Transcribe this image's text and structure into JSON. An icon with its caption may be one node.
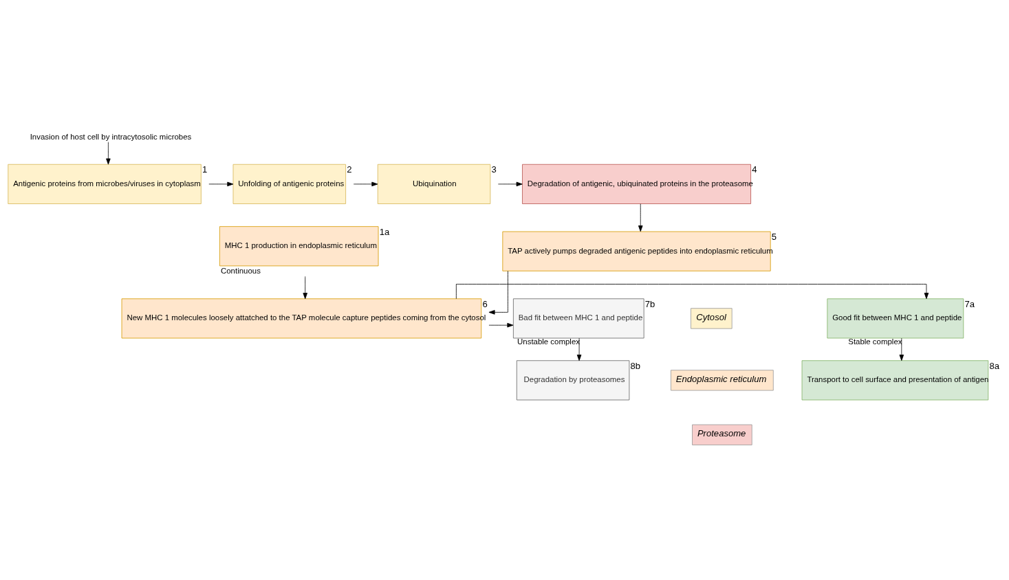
{
  "diagram": {
    "nodes": [
      {
        "text": [
          "Invasion of host cell by intracytosolic microbes"
        ]
      },
      {
        "text": [
          "Antigenic proteins from microbes/viruses in cytoplasm"
        ],
        "beside": [
          "1"
        ]
      },
      {
        "text": [
          "Unfolding of antigenic proteins"
        ],
        "beside": [
          "2"
        ]
      },
      {
        "text": [
          "Ubiquination"
        ],
        "beside": [
          "3"
        ]
      },
      {
        "text": [
          "Degradation of antigenic, ubiquinated proteins in the proteasome"
        ],
        "beside": [
          "4"
        ]
      },
      {
        "text": [
          "MHC 1 production in endoplasmic reticulum"
        ],
        "beside": [
          "1a",
          "Continuous"
        ]
      },
      {
        "text": [
          "TAP actively pumps degraded antigenic peptides into endoplasmic reticulum"
        ],
        "beside": [
          "5"
        ]
      },
      {
        "text": [
          "New MHC 1 molecules loosely attatched to the TAP molecule capture peptides coming from the cytosol"
        ],
        "beside": [
          "6"
        ]
      },
      {
        "text": [
          "Good fit between MHC 1 and peptide"
        ],
        "beside": [
          "7a"
        ]
      },
      {
        "text": [
          "Bad fit between MHC 1 and peptide"
        ],
        "beside": [
          "7b"
        ]
      },
      {
        "text": [
          "Transport to cell surface and presentation of antigen"
        ],
        "beside": [
          "8a"
        ]
      },
      {
        "text": [
          "Degradation by proteasomes"
        ],
        "beside": [
          "8b"
        ]
      }
    ],
    "edges": [
      {
        "from": 0,
        "to": 1,
        "arrow": "to"
      },
      {
        "from": 1,
        "to": 2,
        "arrow": "to"
      },
      {
        "from": 2,
        "to": 3,
        "arrow": "to"
      },
      {
        "from": 3,
        "to": 4,
        "arrow": "to"
      },
      {
        "from": 4,
        "to": 6,
        "arrow": "to"
      },
      {
        "from": 5,
        "to": 7,
        "arrow": "to"
      },
      {
        "from": 6,
        "to": 7,
        "arrow": "to"
      },
      {
        "from": 7,
        "to": 8,
        "arrow": "to"
      },
      {
        "from": 7,
        "to": 9,
        "arrow": "to"
      },
      {
        "from": 8,
        "to": 10,
        "label": "Stable complex",
        "arrow": "to"
      },
      {
        "from": 9,
        "to": 11,
        "label": "Unstable complex",
        "arrow": "to"
      }
    ],
    "legend": [
      {
        "text": "Cytosol",
        "color": "#fff2cc"
      },
      {
        "text": "Endoplasmic reticulum",
        "color": "#ffe6cc"
      },
      {
        "text": "Proteasome",
        "color": "#f8cecc"
      }
    ]
  }
}
